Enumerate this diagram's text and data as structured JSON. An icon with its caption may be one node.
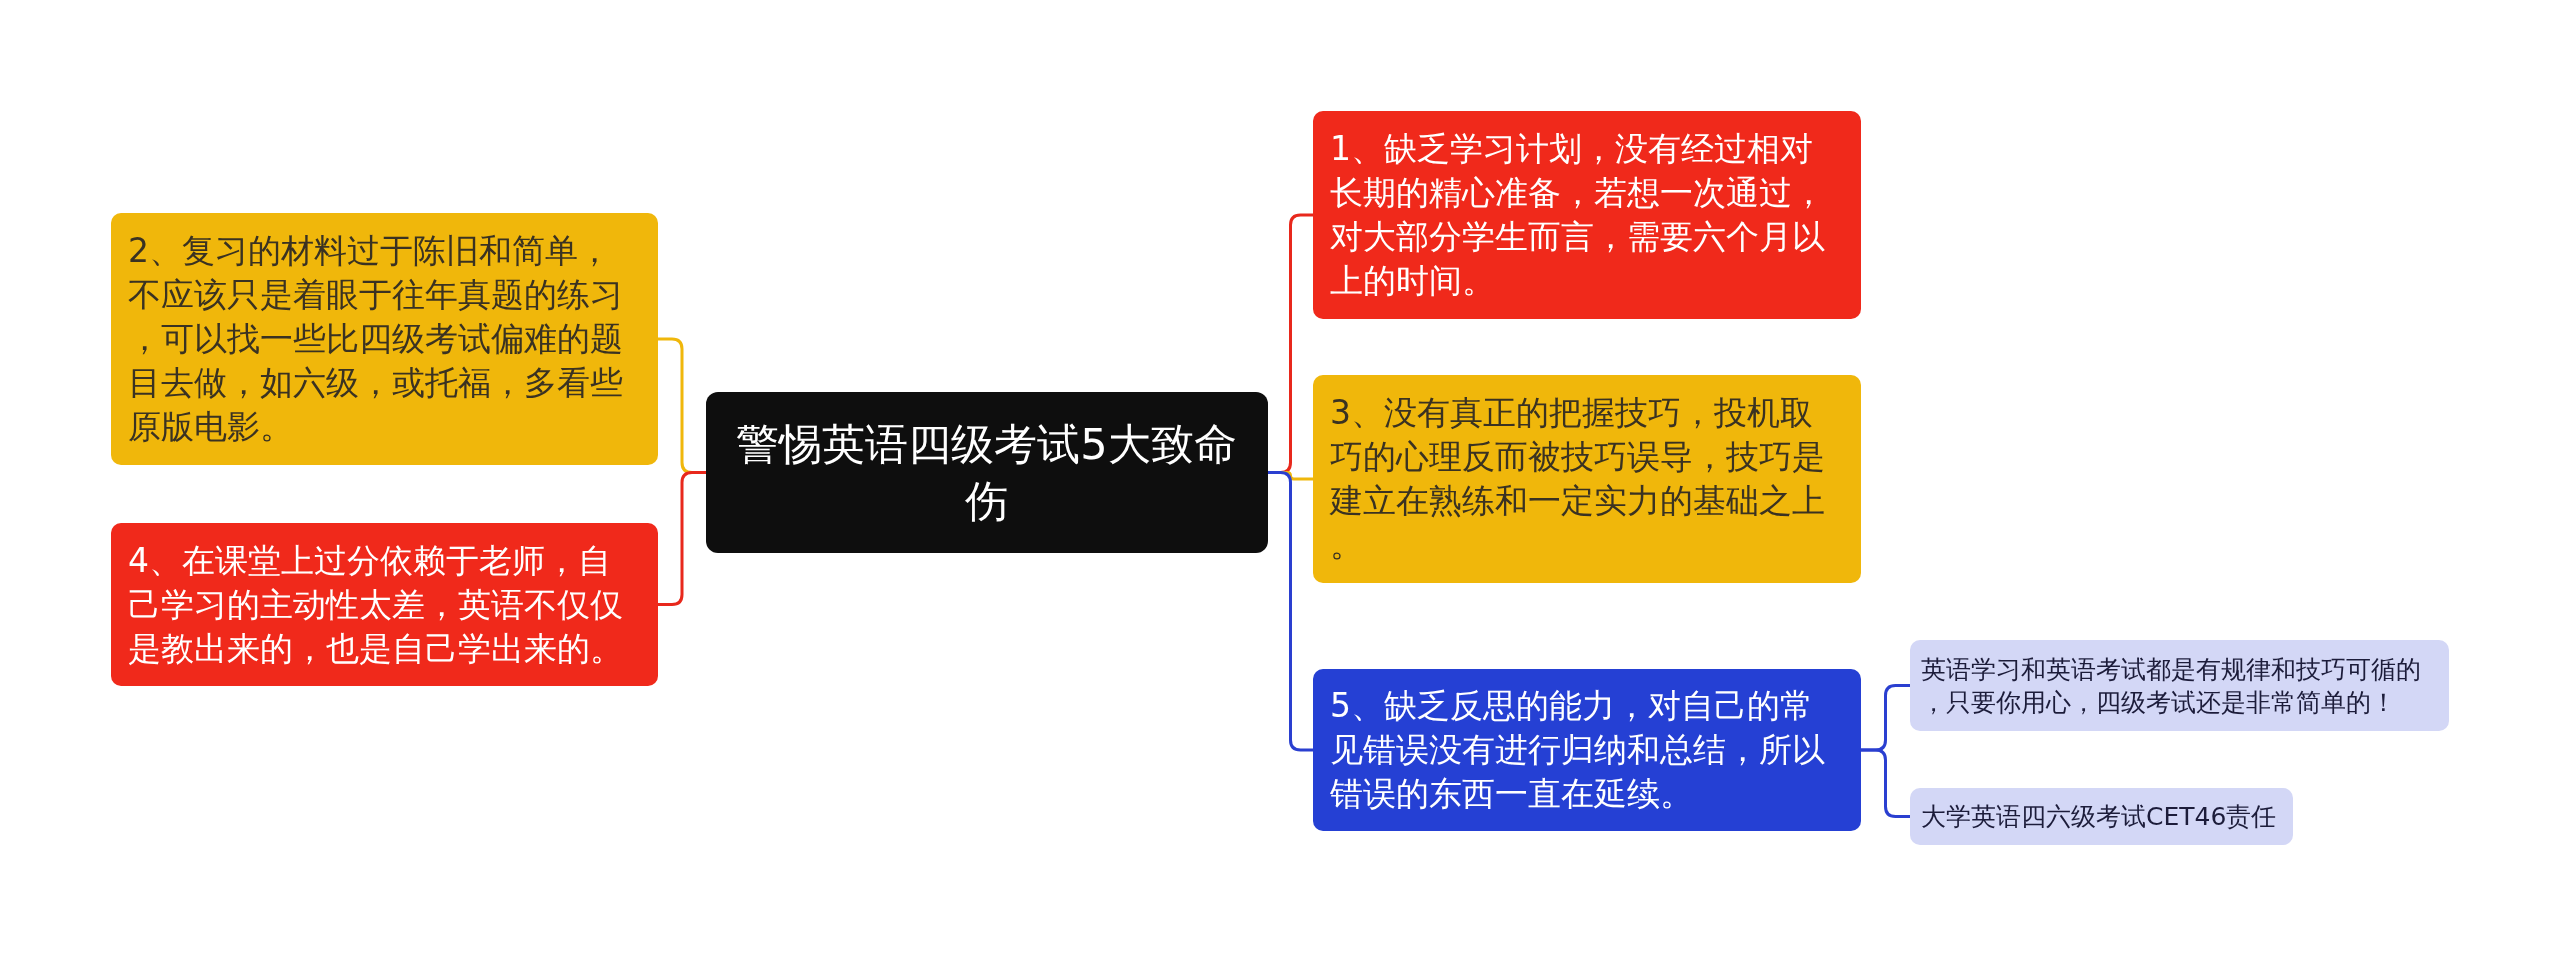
{
  "diagram": {
    "nodes": [
      {
        "text": [
          "警惕英语四级考试5大致命伤"
        ]
      },
      {
        "text": [
          "1、缺乏学习计划，没有经过相对长期的精心准备，若想一次通过，对大部分学生而言，需要六个月以上的时间。"
        ]
      },
      {
        "text": [
          "2、复习的材料过于陈旧和简单，不应该只是着眼于往年真题的练习，可以找一些比四级考试偏难的题目去做，如六级，或托福，多看些原版电影。"
        ]
      },
      {
        "text": [
          "3、没有真正的把握技巧，投机取巧的心理反而被技巧误导，技巧是建立在熟练和一定实力的基础之上。"
        ]
      },
      {
        "text": [
          "4、在课堂上过分依赖于老师，自己学习的主动性太差，英语不仅仅是教出来的，也是自己学出来的。"
        ]
      },
      {
        "text": [
          "5、缺乏反思的能力，对自己的常见错误没有进行归纳和总结，所以错误的东西一直在延续。"
        ]
      },
      {
        "text": [
          "英语学习和英语考试都是有规律和技巧可循的，只要你用心，四级考试还是非常简单的！"
        ]
      },
      {
        "text": [
          "大学英语四六级考试CET46责任"
        ]
      }
    ],
    "edges": [
      {
        "from": 0,
        "to": 1,
        "arrow": "none",
        "color": "#e8281c"
      },
      {
        "from": 0,
        "to": 2,
        "arrow": "none",
        "color": "#f0b70b"
      },
      {
        "from": 0,
        "to": 3,
        "arrow": "none",
        "color": "#f0b70b"
      },
      {
        "from": 0,
        "to": 4,
        "arrow": "none",
        "color": "#e8281c"
      },
      {
        "from": 0,
        "to": 5,
        "arrow": "none",
        "color": "#2a3fd0"
      },
      {
        "from": 5,
        "to": 6,
        "arrow": "none",
        "color": "#2a3fd0"
      },
      {
        "from": 5,
        "to": 7,
        "arrow": "none",
        "color": "#2a3fd0"
      }
    ]
  }
}
